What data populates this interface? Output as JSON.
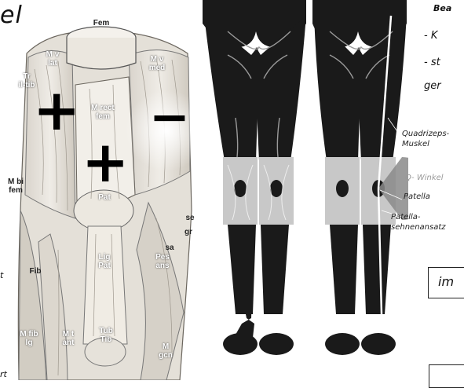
{
  "title_fragment": "el",
  "anatomy": {
    "labels": {
      "fem": "Fem",
      "m_v_lat": "M v\nlat",
      "tr_il_tib": "Tr\nil-tib",
      "m_v_med": "M v\nmed",
      "m_rect_fem": "M rect\nfem",
      "m_bi_fem": "M bi\nfem",
      "pat": "Pat",
      "se": "se",
      "gr": "gr",
      "sa": "sa",
      "pes_ans": "Pes\nans",
      "fib": "Fib",
      "lig_pat": "Lig\nPat",
      "m_fib_lg": "M fib\nlg",
      "m_t_ant": "M t\nant",
      "tub_tib": "Tub\nTib",
      "m_gcn": "M\ngcn"
    },
    "signs": {
      "plus_left": "+",
      "plus_center": "+",
      "minus_right": "−"
    },
    "left_fragments": {
      "frag_t": "t",
      "frag_rt": "rt"
    }
  },
  "legs_diagram": {
    "labels": {
      "quadrizeps": "Quadrizeps-\nMuskel",
      "q_winkel": "Q- Winkel",
      "patella": "Patella",
      "patellasehne": "Patella-\nsehnenansatz"
    },
    "colors": {
      "leg": "#1a1a1a",
      "knee_zone": "#c8c8c8",
      "q_angle": "#8a8a8a"
    }
  },
  "notes": {
    "heading": "Bea",
    "line1": "- K",
    "line2": "- st",
    "line3": "ger"
  },
  "boxes": {
    "box1_text": "im"
  }
}
